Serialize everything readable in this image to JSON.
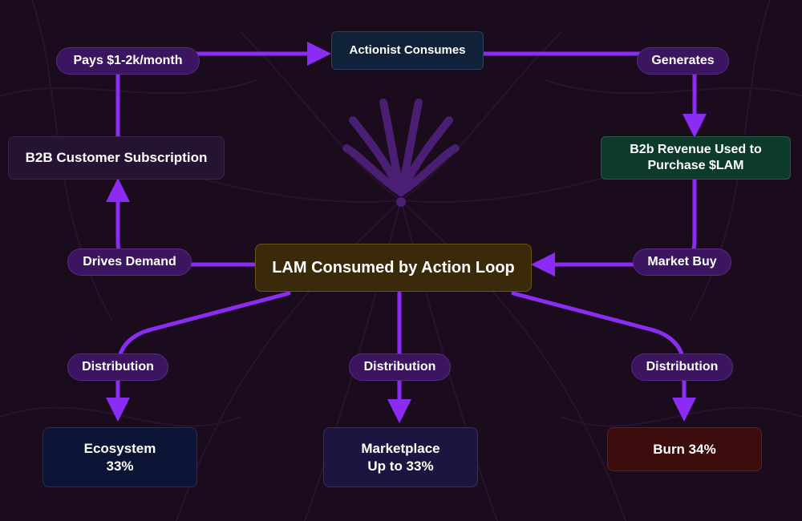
{
  "nodes": {
    "actionist_consumes": "Actionist Consumes",
    "b2b_customer_subscription": "B2B Customer Subscription",
    "b2b_revenue": [
      "B2b Revenue Used to",
      "Purchase $LAM"
    ],
    "lam_consumed": "LAM Consumed by Action Loop",
    "ecosystem": [
      "Ecosystem",
      "33%"
    ],
    "marketplace": [
      "Marketplace",
      "Up to 33%"
    ],
    "burn": "Burn 34%"
  },
  "edge_labels": {
    "pays": "Pays $1-2k/month",
    "generates": "Generates",
    "drives_demand": "Drives Demand",
    "market_buy": "Market Buy",
    "distribution_left": "Distribution",
    "distribution_center": "Distribution",
    "distribution_right": "Distribution"
  },
  "colors": {
    "background": "#1a0b1d",
    "arrow": "#8b2cf5",
    "pill": "#3b1560",
    "actionist_fill": "#10223a",
    "subscription_fill": "#241332",
    "revenue_fill": "#0d3a2a",
    "lam_fill": "#3b2a0a",
    "ecosystem_fill": "#0c1535",
    "marketplace_fill": "#1d1540",
    "burn_fill": "#3d0c0c"
  }
}
